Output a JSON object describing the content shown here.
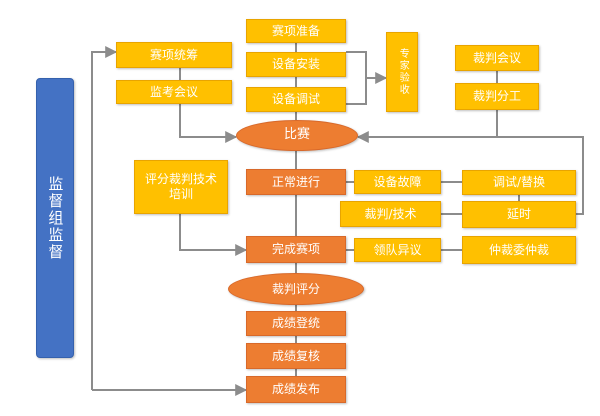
{
  "colors": {
    "yellow": "#ffc000",
    "orange": "#ed7d31",
    "blue": "#4472c4",
    "line": "#8c8c8c"
  },
  "nodes": {
    "supervision_group": "监督组监督",
    "event_prep": "赛项准备",
    "equipment_install": "设备安装",
    "equipment_debug": "设备调试",
    "expert_acceptance": "专家验收",
    "event_coordination": "赛项统筹",
    "supervision_meeting": "监考会议",
    "referee_meeting": "裁判会议",
    "referee_division": "裁判分工",
    "competition": "比赛",
    "referee_training": "评分裁判技术培训",
    "normal_progress": "正常进行",
    "equipment_fault": "设备故障",
    "debug_replace": "调试/替换",
    "referee_technical": "裁判/技术",
    "delay": "延时",
    "complete_event": "完成赛项",
    "team_objection": "领队异议",
    "arbitration": "仲裁委仲裁",
    "referee_scoring": "裁判评分",
    "score_registration": "成绩登统",
    "score_review": "成绩复核",
    "score_release": "成绩发布"
  }
}
